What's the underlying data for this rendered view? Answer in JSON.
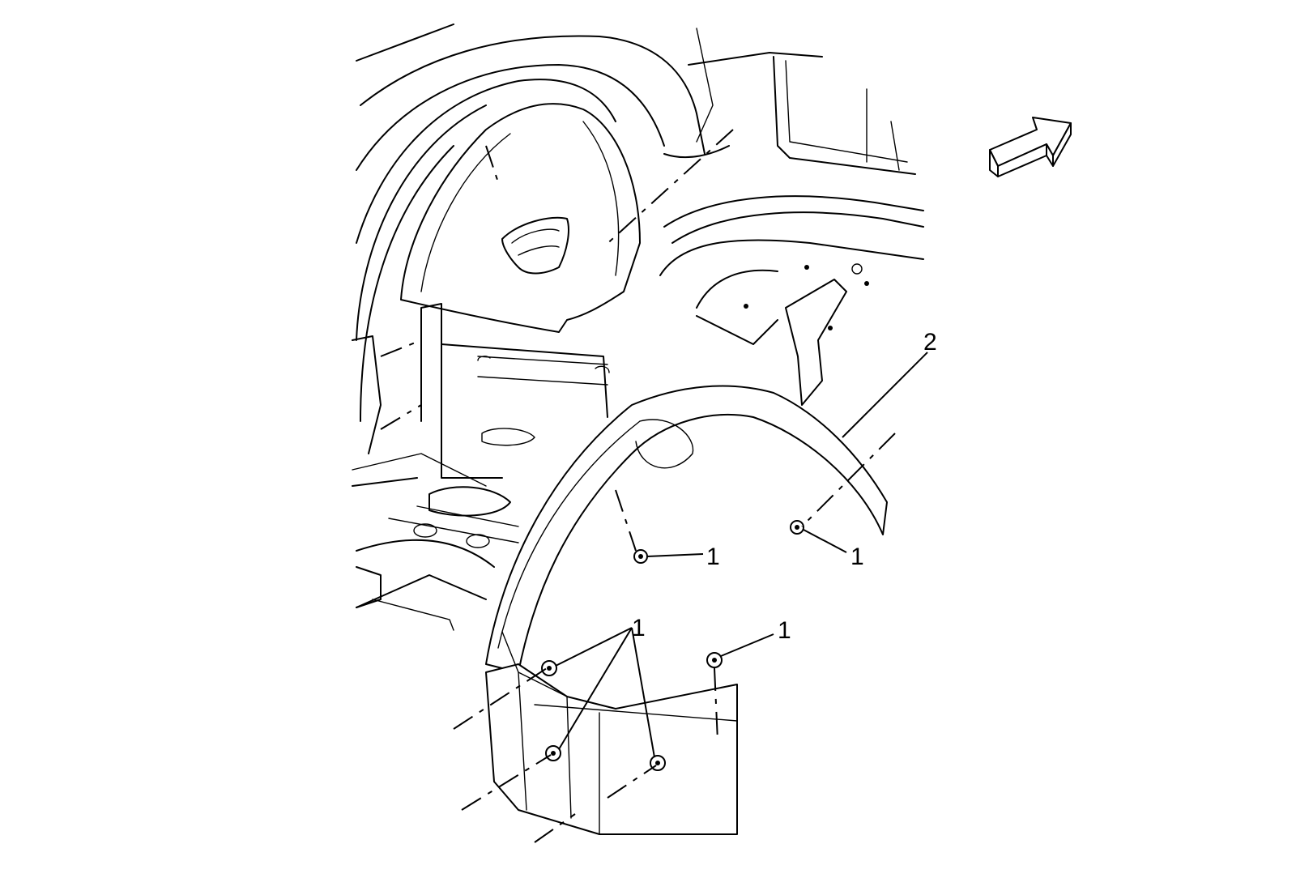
{
  "callouts": [
    {
      "id": "fastener-a",
      "text": "1"
    },
    {
      "id": "fastener-b",
      "text": "1"
    },
    {
      "id": "fastener-group",
      "text": "1"
    },
    {
      "id": "fastener-c",
      "text": "1"
    },
    {
      "id": "liner",
      "text": "2"
    }
  ],
  "icons": {
    "direction_arrow": "front-direction-arrow-icon"
  }
}
